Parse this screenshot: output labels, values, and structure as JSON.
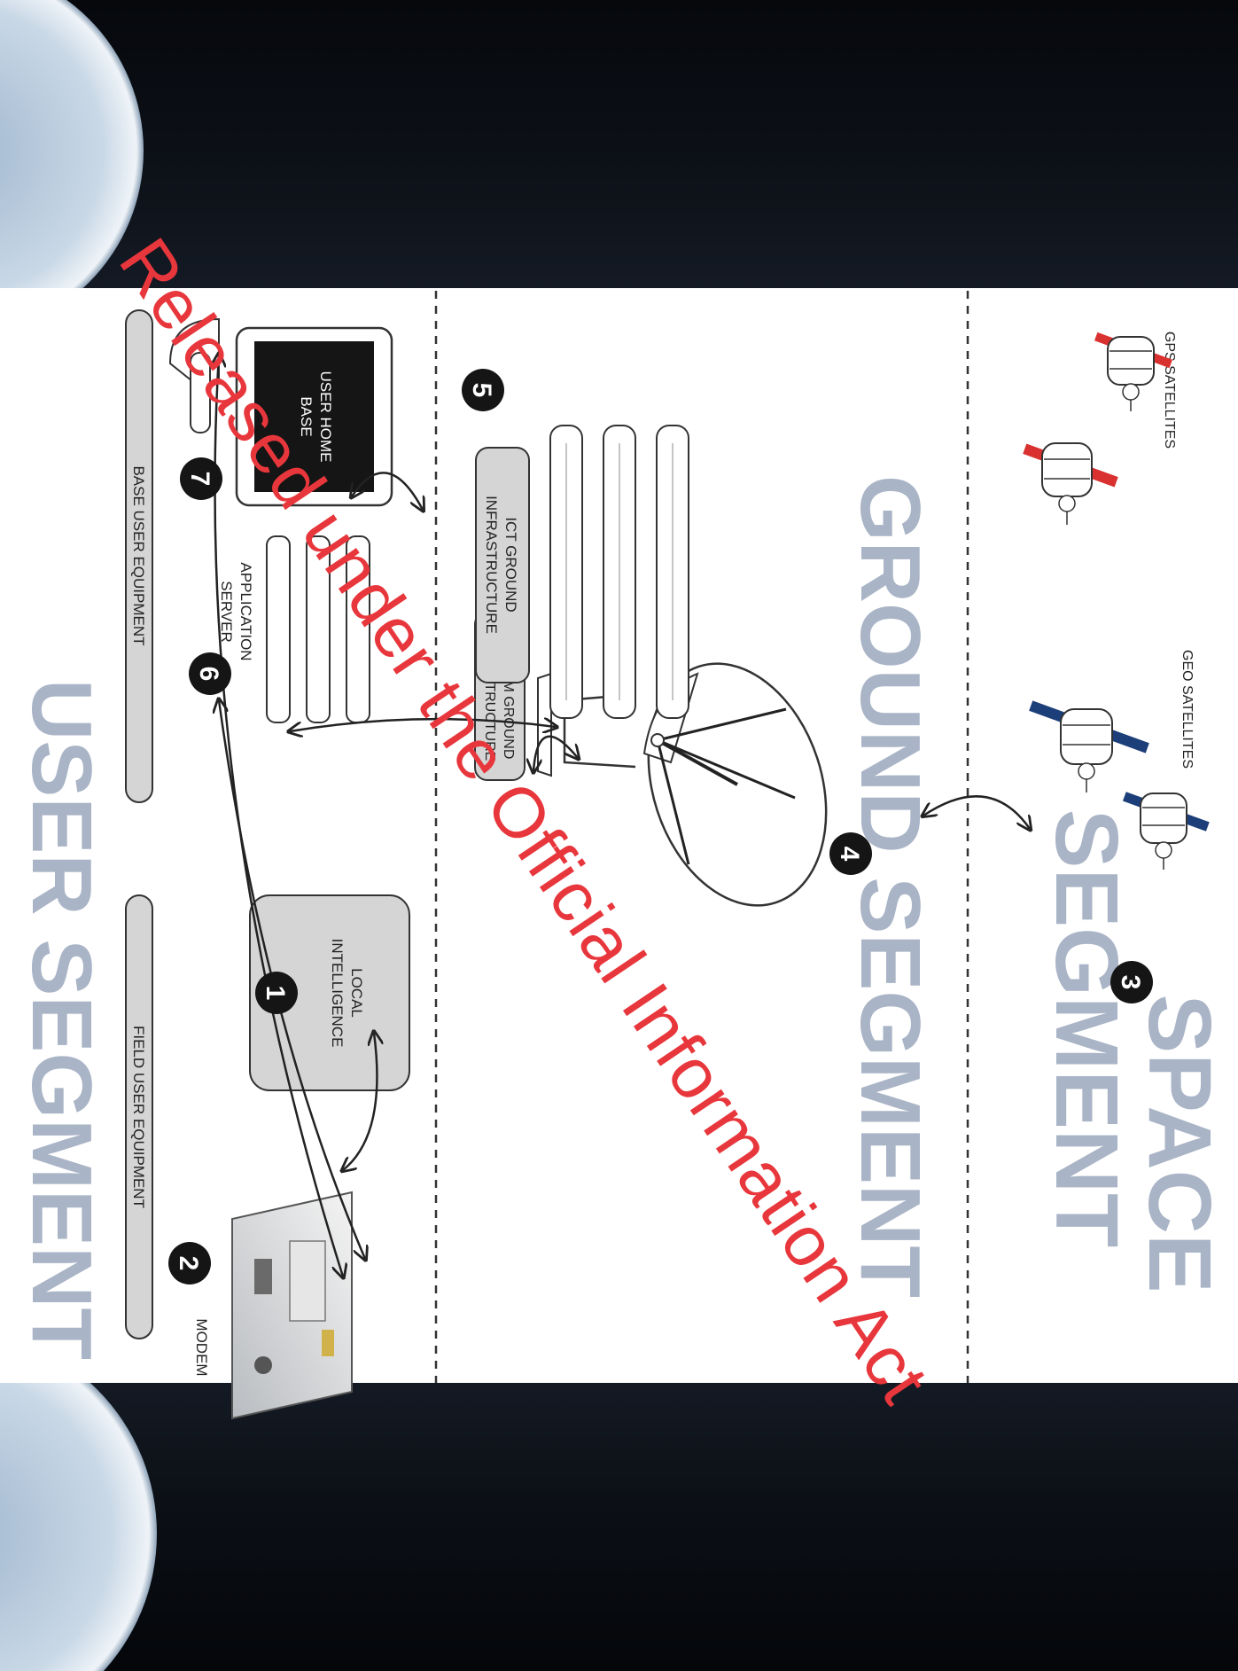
{
  "segments": {
    "space_line1": "SPACE",
    "space_line2": "SEGMENT",
    "ground": "GROUND SEGMENT",
    "user": "USER SEGMENT"
  },
  "labels": {
    "gps_satellites": "GPS SATELLITES",
    "geo_satellites": "GEO SATELLITES",
    "modem": "MODEM",
    "local_intelligence_1": "LOCAL",
    "local_intelligence_2": "INTELLIGENCE",
    "satcom_1": "SATCOM GROUND",
    "satcom_2": "INFRASTRUCTURE",
    "ict_1": "ICT GROUND",
    "ict_2": "INFRASTRUCTURE",
    "app_server_1": "APPLICATION",
    "app_server_2": "SERVER",
    "user_home_1": "USER HOME",
    "user_home_2": "BASE",
    "field_equipment": "FIELD USER EQUIPMENT",
    "base_equipment": "BASE USER EQUIPMENT"
  },
  "markers": [
    "1",
    "2",
    "3",
    "4",
    "5",
    "6",
    "7"
  ],
  "watermark": "Released under the Official Information Act",
  "colors": {
    "segment_text": "#a9b4c6",
    "gps_panel": "#d9312f",
    "geo_panel": "#1c3f7a",
    "marker_fill": "#151515",
    "box_fill": "#d5d5d5",
    "watermark": "#e8373c"
  }
}
